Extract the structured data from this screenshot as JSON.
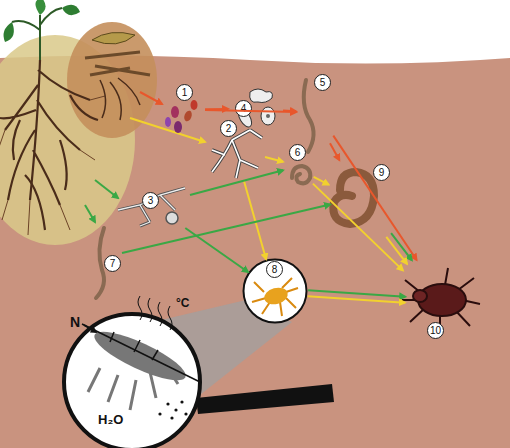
{
  "diagram": {
    "nodes": [
      {
        "text": [
          "1"
        ]
      },
      {
        "text": [
          "2"
        ]
      },
      {
        "text": [
          "3"
        ]
      },
      {
        "text": [
          "4"
        ]
      },
      {
        "text": [
          "5"
        ]
      },
      {
        "text": [
          "6"
        ]
      },
      {
        "text": [
          "7"
        ]
      },
      {
        "text": [
          "8"
        ]
      },
      {
        "text": [
          "9"
        ]
      },
      {
        "text": [
          "10"
        ]
      }
    ],
    "edges": [
      {
        "from": 0,
        "to": 3,
        "arrow": "to"
      },
      {
        "from": 0,
        "to": 4,
        "arrow": "to"
      },
      {
        "from": 3,
        "to": 4,
        "arrow": "to"
      },
      {
        "from": 4,
        "to": 8,
        "arrow": "to"
      },
      {
        "from": 4,
        "to": 9,
        "arrow": "to"
      },
      {
        "from": 1,
        "to": 5,
        "arrow": "to"
      },
      {
        "from": 1,
        "to": 7,
        "arrow": "to"
      },
      {
        "from": 5,
        "to": 8,
        "arrow": "to"
      },
      {
        "from": 5,
        "to": 9,
        "arrow": "to"
      },
      {
        "from": 2,
        "to": 5,
        "arrow": "to"
      },
      {
        "from": 2,
        "to": 7,
        "arrow": "to"
      },
      {
        "from": 6,
        "to": 8,
        "arrow": "to"
      },
      {
        "from": 8,
        "to": 9,
        "arrow": "to"
      },
      {
        "from": 7,
        "to": 9,
        "arrow": "to"
      },
      {
        "from": 8,
        "to": 9,
        "arrow": "to"
      },
      {
        "from": 7,
        "to": 9,
        "arrow": "to"
      }
    ],
    "labels": [
      "N",
      "°C",
      "H₂O"
    ]
  }
}
